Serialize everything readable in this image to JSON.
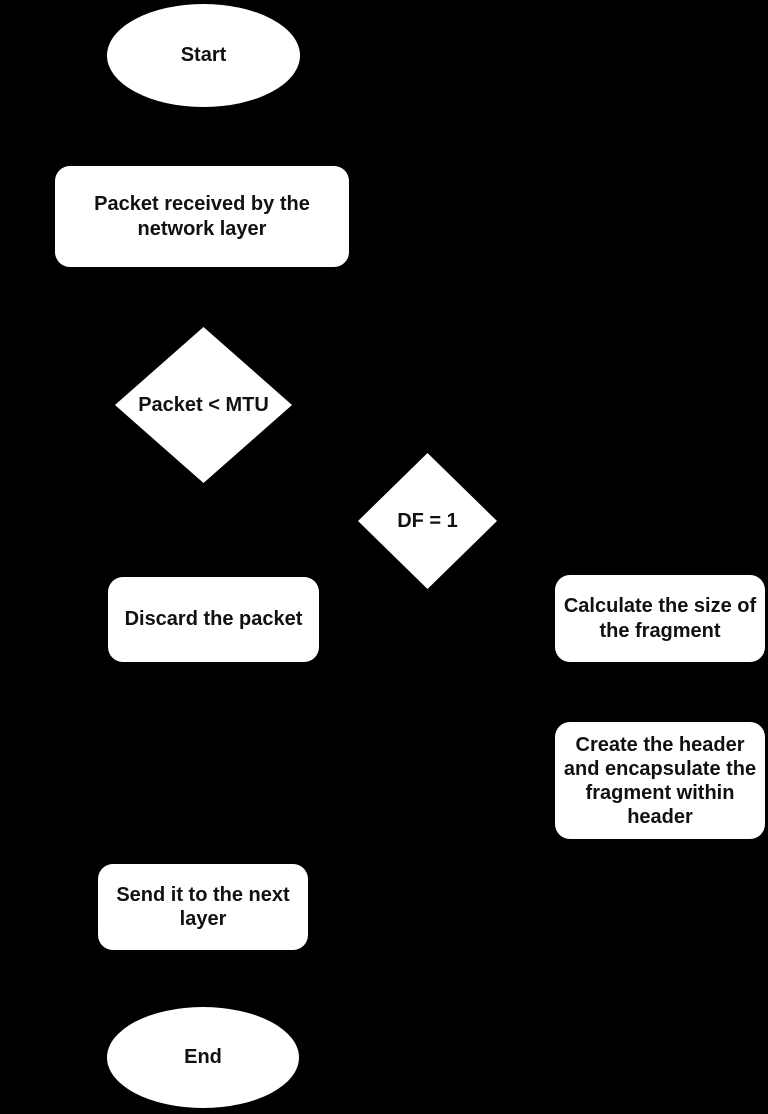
{
  "diagram": {
    "type": "flowchart",
    "background_color": "#000000",
    "shape_fill_color": "#ffffff",
    "text_color": "#111111",
    "nodes": [
      {
        "id": "start",
        "shape": "ellipse",
        "label": "Start"
      },
      {
        "id": "receive",
        "shape": "rounded-rectangle",
        "label": "Packet received by the network layer"
      },
      {
        "id": "mtu-check",
        "shape": "diamond",
        "label": "Packet < MTU"
      },
      {
        "id": "df-check",
        "shape": "diamond",
        "label": "DF = 1"
      },
      {
        "id": "discard",
        "shape": "rounded-rectangle",
        "label": "Discard the packet"
      },
      {
        "id": "calc-size",
        "shape": "rounded-rectangle",
        "label": "Calculate the size of the fragment"
      },
      {
        "id": "create-header",
        "shape": "rounded-rectangle",
        "label": "Create the header and encapsulate the fragment within header"
      },
      {
        "id": "send-next",
        "shape": "rounded-rectangle",
        "label": "Send it to the next layer"
      },
      {
        "id": "end",
        "shape": "ellipse",
        "label": "End"
      }
    ]
  }
}
